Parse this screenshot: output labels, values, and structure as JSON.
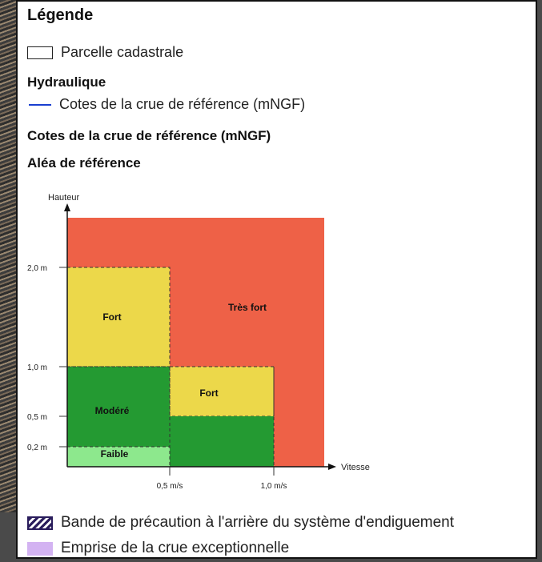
{
  "legend": {
    "title": "Légende",
    "parcel_label": "Parcelle cadastrale",
    "hydraulic_heading": "Hydraulique",
    "flood_line_label": "Cotes de la crue de référence (mNGF)",
    "flood_heading": "Cotes de la crue de référence (mNGF)",
    "hazard_heading": "Aléa de référence",
    "precaution_label": "Bande de précaution à l'arrière du système d'endiguement",
    "exceptional_label": "Emprise de la crue exceptionnelle"
  },
  "diagram": {
    "y_axis_label": "Hauteur",
    "x_axis_label": "Vitesse",
    "y_ticks": [
      "2,0 m",
      "1,0 m",
      "0,5 m",
      "0,2 m"
    ],
    "x_ticks": [
      "0,5 m/s",
      "1,0 m/s"
    ],
    "zones": {
      "tres_fort": "Très fort",
      "fort_upper": "Fort",
      "fort_lower": "Fort",
      "modere": "Modéré",
      "faible": "Faible"
    }
  },
  "colors": {
    "tres_fort": "#ee6147",
    "fort": "#ecd84a",
    "modere": "#249a32",
    "faible": "#8de88d",
    "flood_line": "#1a3fd0",
    "precaution_hatch": "#2a1d5c",
    "exceptional": "#d3b3f2"
  }
}
